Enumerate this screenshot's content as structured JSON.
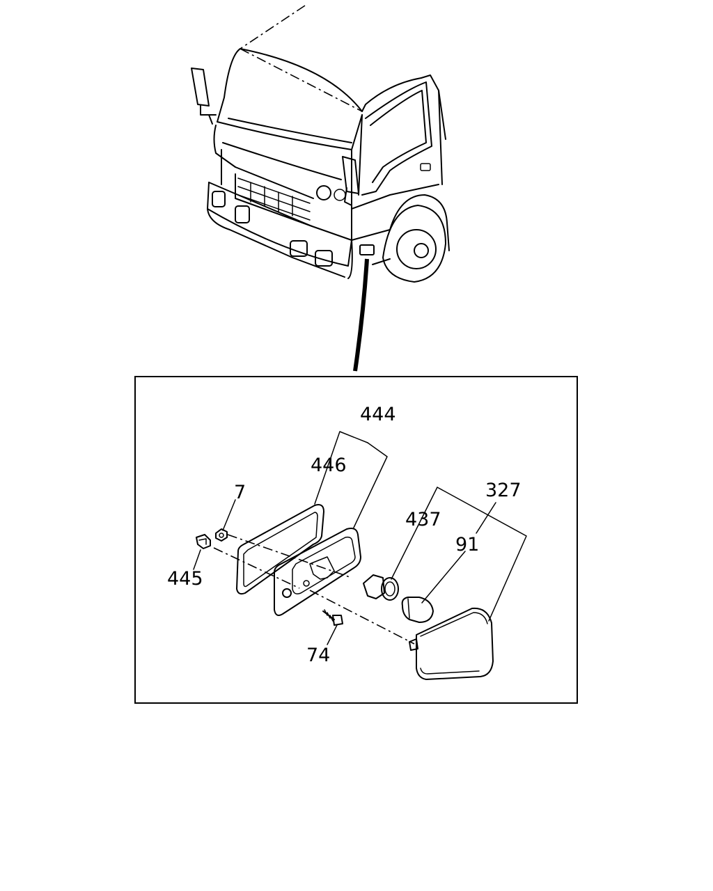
{
  "diagram": {
    "callouts": [
      {
        "id": "444",
        "text": "444"
      },
      {
        "id": "446",
        "text": "446"
      },
      {
        "id": "7",
        "text": "7"
      },
      {
        "id": "445",
        "text": "445"
      },
      {
        "id": "74",
        "text": "74"
      },
      {
        "id": "327",
        "text": "327"
      },
      {
        "id": "437",
        "text": "437"
      },
      {
        "id": "91",
        "text": "91"
      }
    ]
  }
}
